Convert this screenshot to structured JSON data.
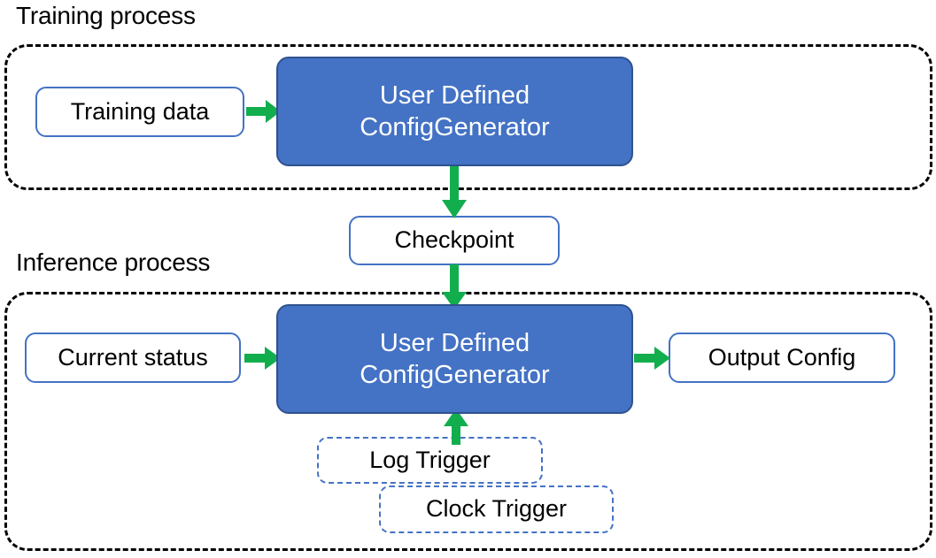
{
  "diagram": {
    "title_training": "Training process",
    "title_inference": "Inference process",
    "colors": {
      "process_fill": "#4472C4",
      "process_stroke": "#2F528F",
      "box_stroke": "#4472C4",
      "arrow": "#12AE4E",
      "container_stroke": "#000000",
      "text_dark": "#000000",
      "text_light": "#FFFFFF"
    }
  },
  "training": {
    "label": "Training process",
    "input_box": "Training data",
    "process_line1": "User Defined",
    "process_line2": "ConfigGenerator"
  },
  "checkpoint": {
    "label": "Checkpoint"
  },
  "inference": {
    "label": "Inference process",
    "input_box": "Current status",
    "process_line1": "User Defined",
    "process_line2": "ConfigGenerator",
    "output_box": "Output Config",
    "triggers": [
      {
        "label": "Log Trigger"
      },
      {
        "label": "Clock Trigger"
      }
    ]
  },
  "arrows": [
    {
      "name": "training-data-to-generator",
      "direction": "right"
    },
    {
      "name": "training-generator-to-checkpoint",
      "direction": "down"
    },
    {
      "name": "checkpoint-to-inference-generator",
      "direction": "down"
    },
    {
      "name": "current-status-to-generator",
      "direction": "right"
    },
    {
      "name": "generator-to-output-config",
      "direction": "right"
    },
    {
      "name": "triggers-to-generator",
      "direction": "up"
    }
  ]
}
